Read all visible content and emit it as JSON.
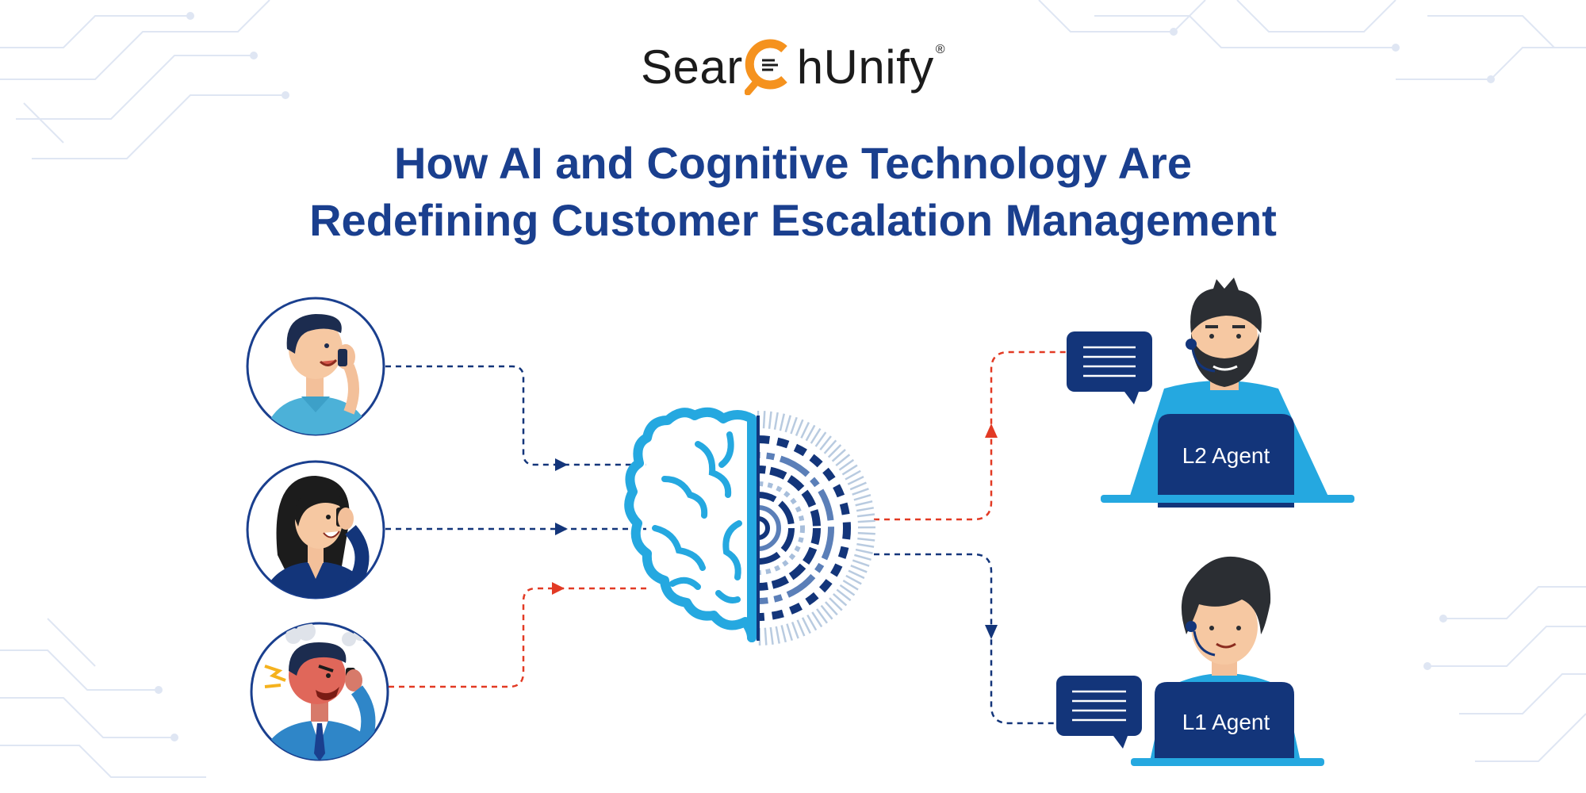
{
  "brand": {
    "name_part1": "Sear",
    "name_part2": "hUnify",
    "registered_mark": "®"
  },
  "title": {
    "line1": "How AI and Cognitive Technology Are",
    "line2": "Redefining Customer Escalation Management"
  },
  "agents": {
    "l2_label": "L2 Agent",
    "l1_label": "L1 Agent"
  },
  "colors": {
    "title_blue": "#1a3f8e",
    "dark_navy": "#13357a",
    "light_blue": "#25a8e0",
    "escalation_red": "#e23a24",
    "brand_orange": "#f5921e"
  },
  "icons": [
    "customer-calm-icon",
    "customer-talking-icon",
    "customer-angry-icon",
    "brain-ai-icon",
    "chat-bubble-icon",
    "agent-headset-icon"
  ]
}
